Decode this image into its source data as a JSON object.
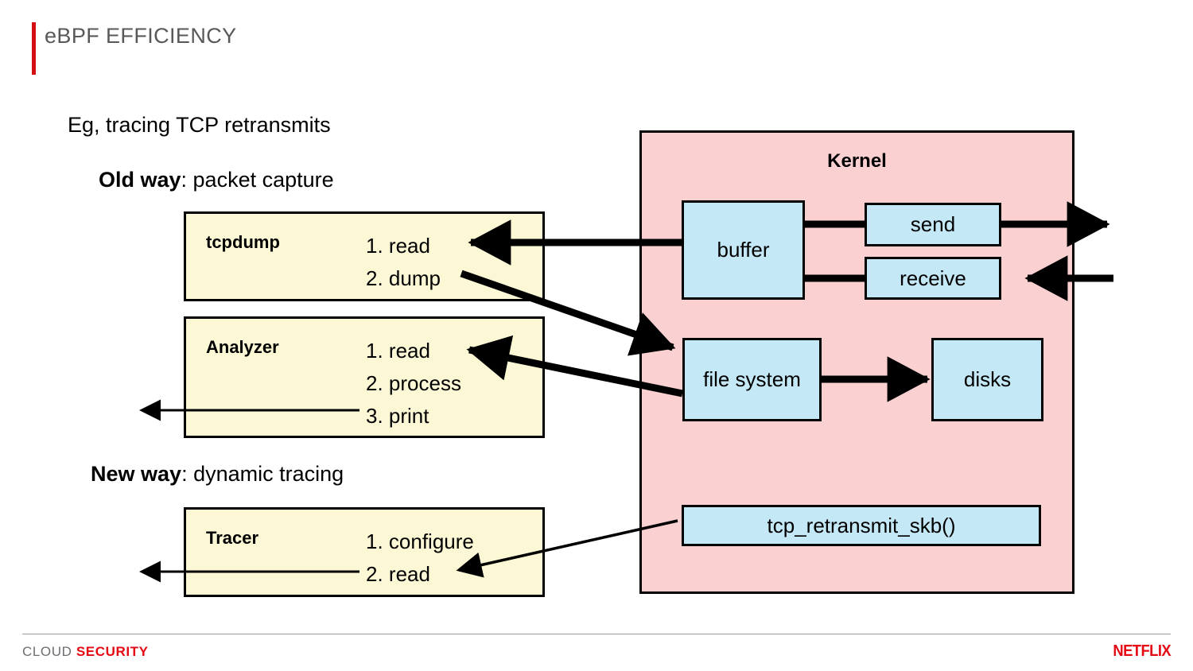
{
  "header": {
    "title": "eBPF EFFICIENCY",
    "accent_color": "#d40f14"
  },
  "body_text": {
    "example": "Eg, tracing TCP retransmits",
    "old_way_label": "Old way",
    "old_way_rest": ": packet capture",
    "new_way_label": "New way",
    "new_way_rest": ": dynamic tracing"
  },
  "user_boxes": [
    {
      "name": "tcpdump",
      "steps": "1. read\n2. dump",
      "fill": "#fcf8d5"
    },
    {
      "name": "Analyzer",
      "steps": "1. read\n2. process\n3. print",
      "fill": "#fcf8d5"
    },
    {
      "name": "Tracer",
      "steps": "1. configure\n2. read",
      "fill": "#fcf8d5"
    }
  ],
  "kernel": {
    "label": "Kernel",
    "fill": "#fbd0d1",
    "box_fill": "#c5e8f7",
    "boxes": [
      {
        "label": "buffer"
      },
      {
        "label": "send"
      },
      {
        "label": "receive"
      },
      {
        "label": "file system"
      },
      {
        "label": "disks"
      },
      {
        "label": "tcp_retransmit_skb()"
      }
    ]
  },
  "footer": {
    "cloud": "CLOUD ",
    "security": "SECURITY",
    "brand": "NETFLIX",
    "brand_color": "#e50914"
  }
}
